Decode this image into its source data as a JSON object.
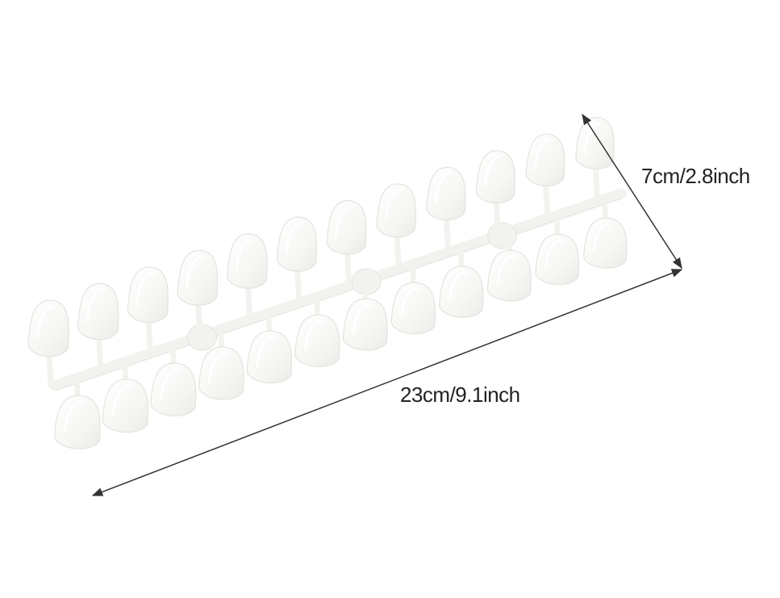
{
  "product": {
    "image_alt": "Clear false nail tips sheet",
    "colors": {
      "background": "#ffffff",
      "nail_fill": "#f7f7f5",
      "nail_edge": "#e3e3df",
      "sprue_fill": "#f2f2ef",
      "arrow": "#333333",
      "text": "#222222"
    }
  },
  "dimensions": {
    "width_label": "7cm/2.8inch",
    "length_label": "23cm/9.1inch"
  },
  "nails": {
    "top_row_count": 12,
    "bottom_row_count": 12
  }
}
